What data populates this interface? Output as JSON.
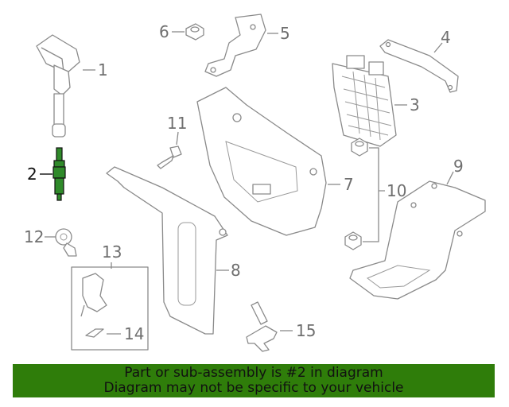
{
  "callouts": {
    "c1": "1",
    "c2": "2",
    "c3": "3",
    "c4": "4",
    "c5": "5",
    "c6": "6",
    "c7": "7",
    "c8": "8",
    "c9": "9",
    "c10": "10",
    "c11": "11",
    "c12": "12",
    "c13": "13",
    "c14": "14",
    "c15": "15"
  },
  "highlight_part": "2",
  "colors": {
    "highlight": "#2f8a2a",
    "banner": "#2f7d0a",
    "line": "#8a8a8a"
  },
  "banner": {
    "line1": "Part or sub-assembly is #2 in diagram",
    "line2": "Diagram may not be specific to your vehicle"
  }
}
